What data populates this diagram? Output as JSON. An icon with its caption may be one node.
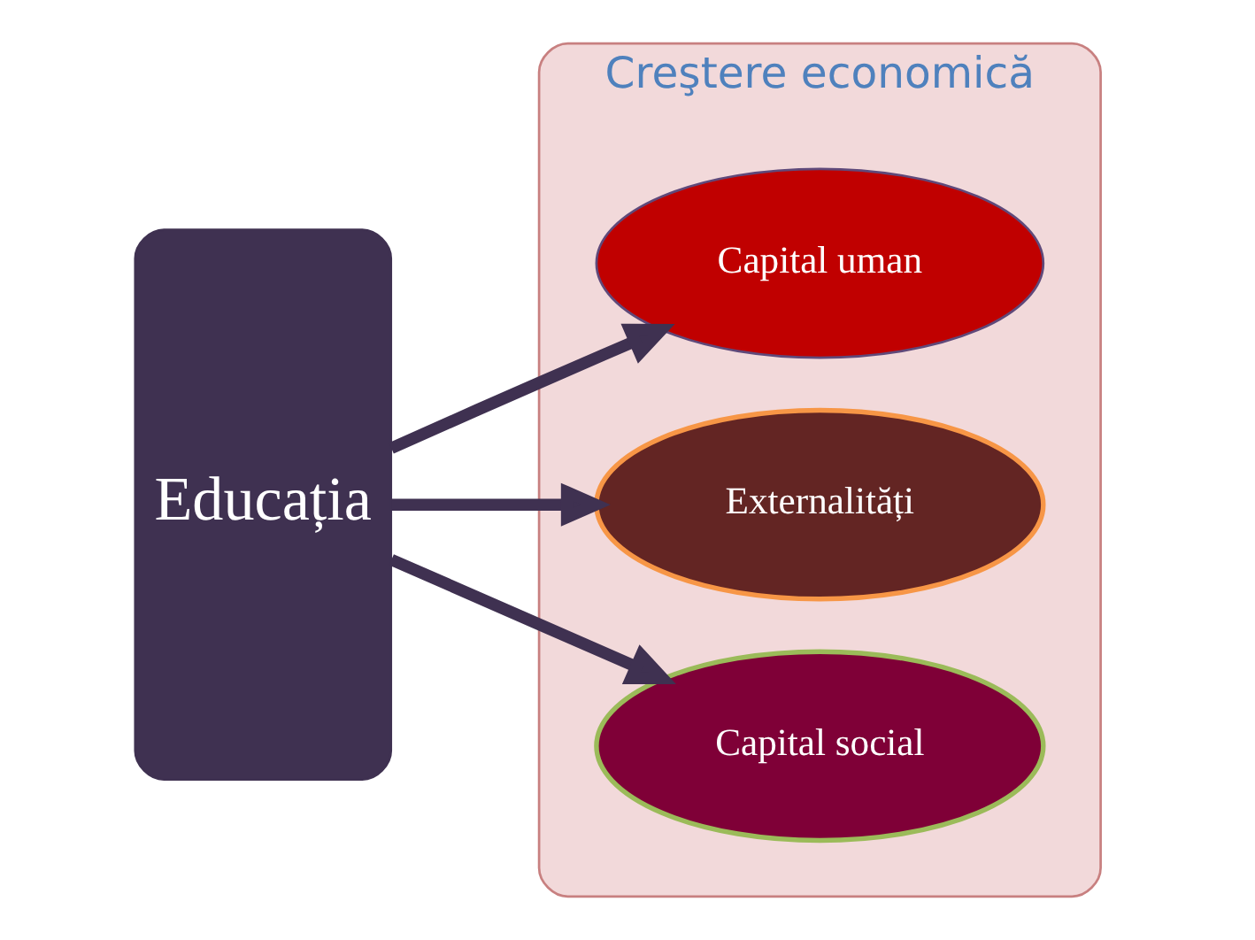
{
  "diagram": {
    "nodes": [
      {
        "text": [
          "Educația"
        ]
      },
      {
        "text": [
          "Creştere economică"
        ]
      },
      {
        "text": [
          "Capital uman"
        ],
        "in": 1
      },
      {
        "text": [
          "Externalități"
        ],
        "in": 1
      },
      {
        "text": [
          "Capital social"
        ],
        "in": 1
      }
    ],
    "edges": [
      {
        "from": 0,
        "to": 2,
        "arrow": "to"
      },
      {
        "from": 0,
        "to": 3,
        "arrow": "to"
      },
      {
        "from": 0,
        "to": 4,
        "arrow": "to"
      }
    ]
  }
}
